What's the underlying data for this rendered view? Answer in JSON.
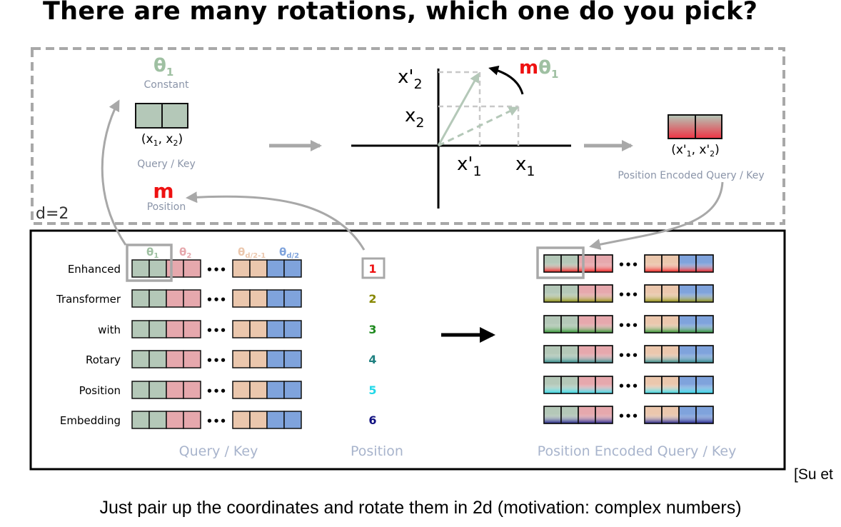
{
  "title": "There are many rotations, which one do you pick?",
  "caption": "Just pair up the coordinates and rotate them in 2d (motivation: complex numbers)",
  "citation": "[Su et",
  "colors": {
    "green": "#b4c8b8",
    "red": "#e6a8ad",
    "peach": "#ebc7ad",
    "blue": "#7fa3dc",
    "dashed_border": "#a8a8a8",
    "arrow_gray": "#a8a8a8",
    "theta_green": "#9fc0a2",
    "m_red": "#ee1111"
  },
  "top_panel": {
    "d_label": "d=2",
    "theta": {
      "base": "θ",
      "sub": "1"
    },
    "constant_label": "Constant",
    "qk_coords": {
      "open": "(x",
      "sub1": "1",
      "sep": ", x",
      "sub2": "2",
      "close": ")"
    },
    "qk_label": "Query / Key",
    "m_label": "m",
    "position_label": "Position",
    "axis_x2p": {
      "base": "x'",
      "sub": "2"
    },
    "axis_x2": {
      "base": "x",
      "sub": "2"
    },
    "axis_x1p": {
      "base": "x'",
      "sub": "1"
    },
    "axis_x1": {
      "base": "x",
      "sub": "1"
    },
    "rotation_label": {
      "m": "m",
      "theta": "θ",
      "sub": "1"
    },
    "encoded_coords": {
      "open": "(x'",
      "sub1": "1",
      "sep": ", x'",
      "sub2": "2",
      "close": ")"
    },
    "encoded_label": "Position Encoded Query / Key"
  },
  "bottom_panel": {
    "sentence_words": [
      "Enhanced",
      "Transformer",
      "with",
      "Rotary",
      "Position",
      "Embedding"
    ],
    "thetas": [
      {
        "base": "θ",
        "sub": "1",
        "color": "#9fc0a2"
      },
      {
        "base": "θ",
        "sub": "2",
        "color": "#e6a8ad"
      },
      {
        "base": "θ",
        "sub": "d/2-1",
        "color": "#ebc7ad"
      },
      {
        "base": "θ",
        "sub": "d/2",
        "color": "#7fa3dc"
      }
    ],
    "ellipsis": "•••",
    "positions": [
      {
        "value": "1",
        "color": "#ee1111"
      },
      {
        "value": "2",
        "color": "#888800"
      },
      {
        "value": "3",
        "color": "#1f8a1f"
      },
      {
        "value": "4",
        "color": "#1f8080"
      },
      {
        "value": "5",
        "color": "#22d8e8"
      },
      {
        "value": "6",
        "color": "#101080"
      }
    ],
    "qk_label": "Query / Key",
    "position_label": "Position",
    "encoded_label": "Position Encoded Query / Key"
  }
}
